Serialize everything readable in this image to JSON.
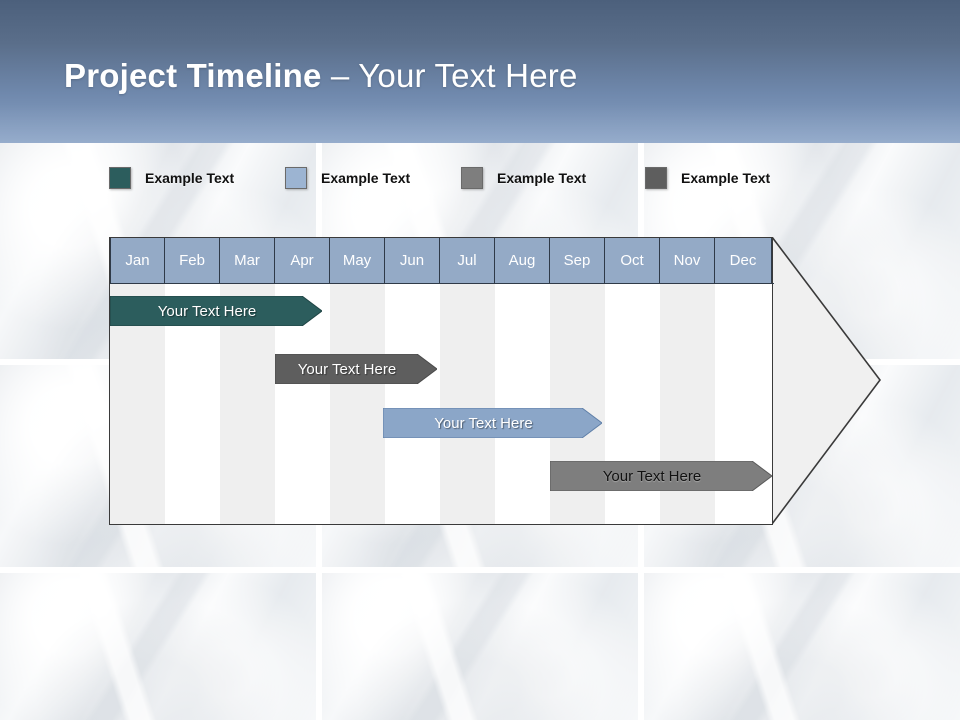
{
  "slide": {
    "title_bold": "Project Timeline",
    "title_rest": " – Your Text Here"
  },
  "legend": {
    "items": [
      {
        "label": "Example Text",
        "color": "#2c5d5d",
        "icon": "legend-swatch-icon"
      },
      {
        "label": "Example Text",
        "color": "#9cb4d2",
        "icon": "legend-swatch-icon"
      },
      {
        "label": "Example Text",
        "color": "#7e7e7e",
        "icon": "legend-swatch-icon"
      },
      {
        "label": "Example Text",
        "color": "#5e5e5e",
        "icon": "legend-swatch-icon"
      }
    ]
  },
  "chart_data": {
    "type": "bar",
    "title": "Project Timeline – Your Text Here",
    "xlabel": "",
    "ylabel": "",
    "categories": [
      "Jan",
      "Feb",
      "Mar",
      "Apr",
      "May",
      "Jun",
      "Jul",
      "Aug",
      "Sep",
      "Oct",
      "Nov",
      "Dec"
    ],
    "header_bg": "#94aac6",
    "header_text": "#ffffff",
    "stripe_colors": [
      "#efefef",
      "#ffffff"
    ],
    "grid": true,
    "legend_position": "top",
    "tasks": [
      {
        "label": "Your  Text Here",
        "color": "#2c5d5d",
        "text_color": "#ffffff",
        "start_month": "Jan",
        "end_month": "Apr",
        "start": 0.0,
        "end": 3.85,
        "row": 1
      },
      {
        "label": "Your  Text Here",
        "color": "#5e5e5e",
        "text_color": "#ffffff",
        "start_month": "Apr",
        "end_month": "Jun",
        "start": 3.0,
        "end": 5.95,
        "row": 2
      },
      {
        "label": "Your  Text Here",
        "color": "#8ba6c8",
        "text_color": "#ffffff",
        "start_month": "Jun",
        "end_month": "Sep",
        "start": 5.0,
        "end": 8.95,
        "row": 3
      },
      {
        "label": "Your  Text Here",
        "color": "#7e7e7e",
        "text_color": "#1a1a1a",
        "start_month": "Sep",
        "end_month": "Dec",
        "start": 8.0,
        "end": 12.0,
        "row": 4
      }
    ]
  }
}
